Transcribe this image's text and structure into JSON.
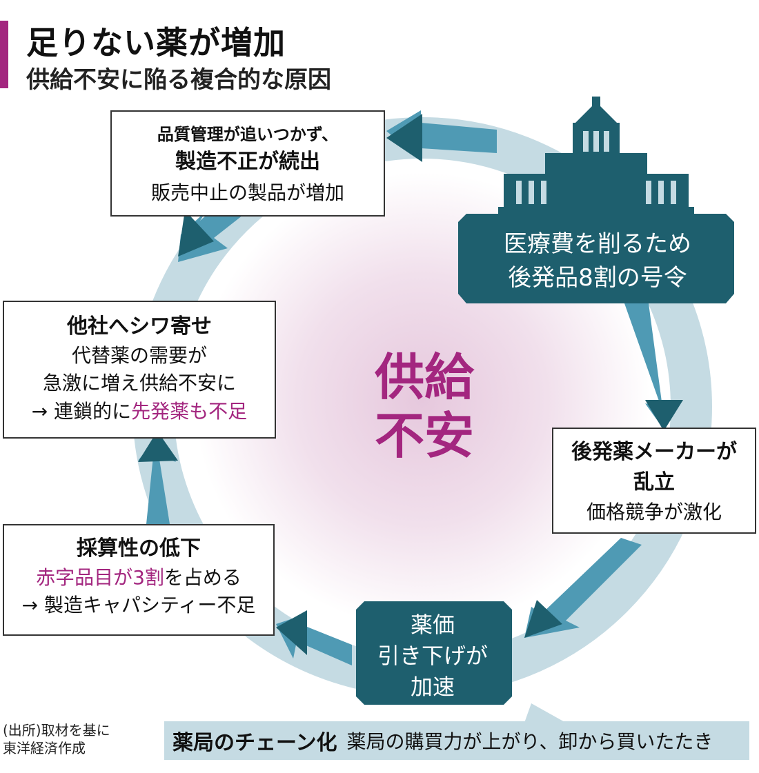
{
  "header": {
    "title": "足りない薬が増加",
    "subtitle": "供給不安に陥る複合的な原因"
  },
  "colors": {
    "accent": "#a3267f",
    "ring": "#c5dbe3",
    "arrow": "#4f9ab4",
    "teal": "#1e5f6e"
  },
  "center": {
    "line1": "供給",
    "line2": "不安"
  },
  "government": {
    "icon": "parliament-building-icon",
    "line1": "医療費を削るため",
    "line2": "後発品8割の号令"
  },
  "generic_makers": {
    "head_line1": "後発薬メーカーが",
    "head_line2": "乱立",
    "detail": "価格競争が激化"
  },
  "price_cut": {
    "line1": "薬価",
    "line2": "引き下げが",
    "line3": "加速"
  },
  "profitability": {
    "head": "採算性の低下",
    "line1_highlight": "赤字品目が3割",
    "line1_rest": "を占める",
    "line2": "→ 製造キャパシティー不足"
  },
  "ripple": {
    "head": "他社へシワ寄せ",
    "line1": "代替薬の需要が",
    "line2": "急激に増え供給不安に",
    "line3_prefix": "→ 連鎖的に",
    "line3_highlight": "先発薬も不足"
  },
  "quality": {
    "head_line1": "品質管理が追いつかず、",
    "head_line2": "製造不正が続出",
    "detail": "販売中止の製品が増加"
  },
  "pharmacy_chain": {
    "label": "薬局のチェーン化",
    "desc": "薬局の購買力が上がり、卸から買いたたき"
  },
  "source": {
    "line1": "(出所)取材を基に",
    "line2": "東洋経済作成"
  }
}
